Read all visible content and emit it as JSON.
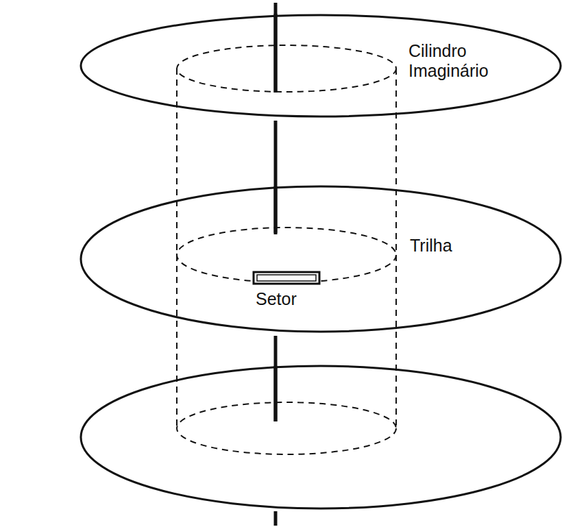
{
  "diagram": {
    "labels": [
      "Cilindro Imaginário",
      "Trilha",
      "Setor"
    ]
  }
}
